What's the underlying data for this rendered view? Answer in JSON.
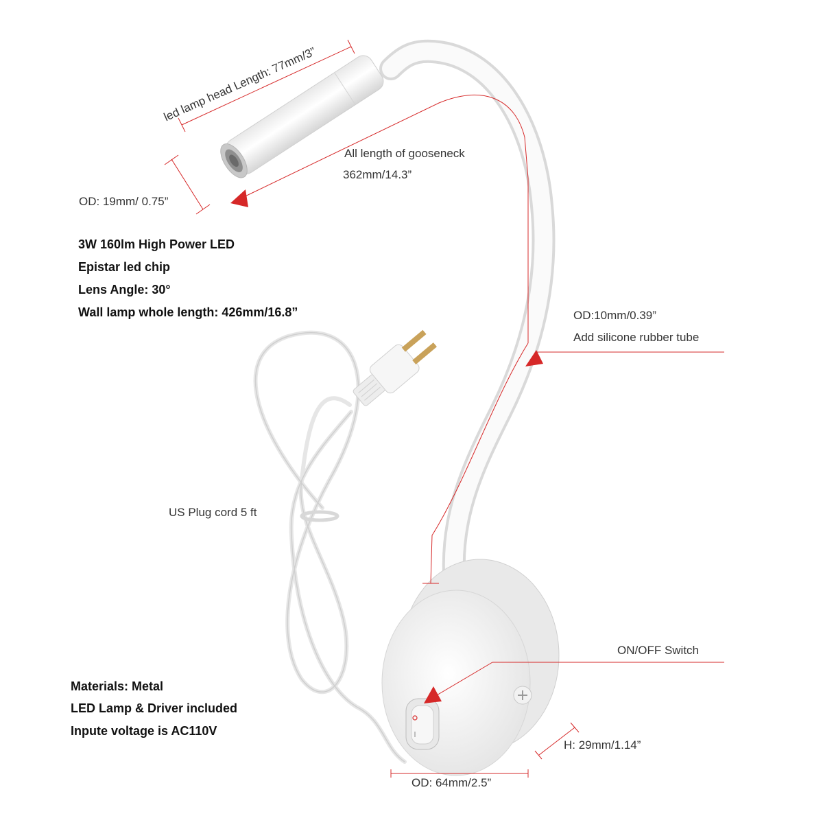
{
  "dimensions": {
    "head_length": "led lamp head Length: 77mm/3”",
    "gooseneck_line1": "All length of gooseneck",
    "gooseneck_line2": "362mm/14.3”",
    "head_od": "OD: 19mm/ 0.75”",
    "tube_od": "OD:10mm/0.39”",
    "tube_note": "Add silicone rubber tube",
    "plug_cord": "US Plug cord  5 ft",
    "switch": "ON/OFF Switch",
    "height": "H: 29mm/1.14”",
    "base_od": "OD: 64mm/2.5”"
  },
  "specs": [
    "3W 160lm High Power LED",
    "Epistar led chip",
    "Lens Angle: 30°",
    "Wall lamp whole length: 426mm/16.8”"
  ],
  "features": [
    "Materials: Metal",
    "LED Lamp & Driver included",
    "Inpute voltage is AC110V"
  ],
  "colors": {
    "accent": "#d62828",
    "product": "#f4f4f4",
    "text": "#333333"
  }
}
